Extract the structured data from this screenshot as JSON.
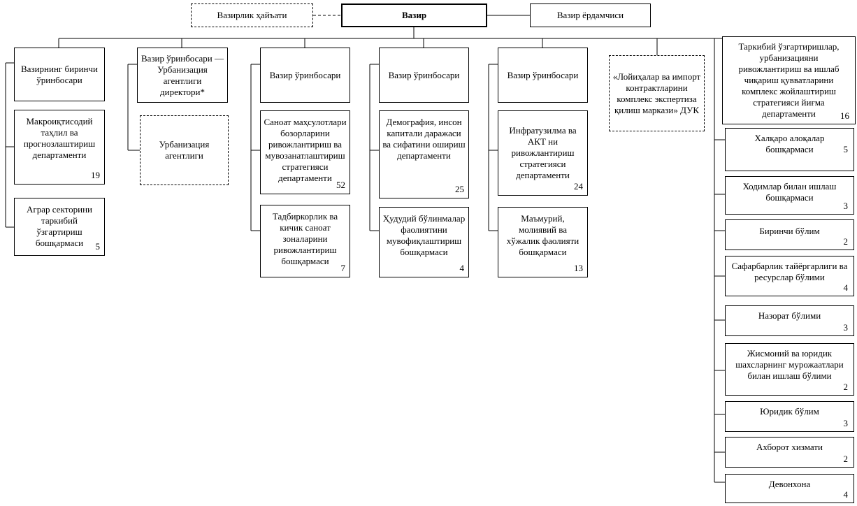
{
  "top": {
    "board": "Вазирлик ҳайъати",
    "minister": "Вазир",
    "assistant": "Вазир ёрдамчиси"
  },
  "columns": [
    {
      "head": "Вазирнинг биринчи ўринбосари",
      "units": [
        {
          "label": "Макроиқтисодий таҳлил ва прогнозлаштириш департаменти",
          "count": "19"
        },
        {
          "label": "Аграр секторини таркибий ўзгартириш бошқармаси",
          "count": "5"
        }
      ]
    },
    {
      "head": "Вазир ўринбосари — Урбанизация агентлиги директори*",
      "units": [
        {
          "label": "Урбанизация агентлиги",
          "count": ""
        }
      ]
    },
    {
      "head": "Вазир ўринбосари",
      "units": [
        {
          "label": "Саноат маҳсулотлари бозорларини ривожлантириш ва мувозанатлаштириш стратегияси департаменти",
          "count": "52"
        },
        {
          "label": "Тадбиркорлик ва кичик саноат зоналарини ривожлантириш бошқармаси",
          "count": "7"
        }
      ]
    },
    {
      "head": "Вазир ўринбосари",
      "units": [
        {
          "label": "Демография, инсон капитали даражаси ва сифатини ошириш департаменти",
          "count": "25"
        },
        {
          "label": "Ҳудудий бўлинмалар фаолиятини мувофиқлаштириш бошқармаси",
          "count": "4"
        }
      ]
    },
    {
      "head": "Вазир ўринбосари",
      "units": [
        {
          "label": "Инфратузилма ва АКТ ни ривожлантириш стратегияси департаменти",
          "count": "24"
        },
        {
          "label": "Маъмурий, молиявий ва хўжалик фаолияти бошқармаси",
          "count": "13"
        }
      ]
    }
  ],
  "expertise_center": "«Лойиҳалар ва импорт контрактларини комплекс экспертиза қилиш маркази» ДУК",
  "right_units": [
    {
      "label": "Таркибий ўзгартиришлар, урбанизацияни ривожлантириш ва ишлаб чиқариш қувватларини комплекс жойлаштириш стратегияси йиғма департаменти",
      "count": "16"
    },
    {
      "label": "Халқаро алоқалар бошқармаси",
      "count": "5"
    },
    {
      "label": "Ходимлар билан ишлаш бошқармаси",
      "count": "3"
    },
    {
      "label": "Биринчи бўлим",
      "count": "2"
    },
    {
      "label": "Сафарбарлик тайёргарлиги ва ресурслар бўлими",
      "count": "4"
    },
    {
      "label": "Назорат бўлими",
      "count": "3"
    },
    {
      "label": "Жисмоний ва юридик шахсларнинг мурожаатлари билан ишлаш бўлими",
      "count": "2"
    },
    {
      "label": "Юридик бўлим",
      "count": "3"
    },
    {
      "label": "Ахборот хизмати",
      "count": "2"
    },
    {
      "label": "Девонхона",
      "count": "4"
    }
  ]
}
